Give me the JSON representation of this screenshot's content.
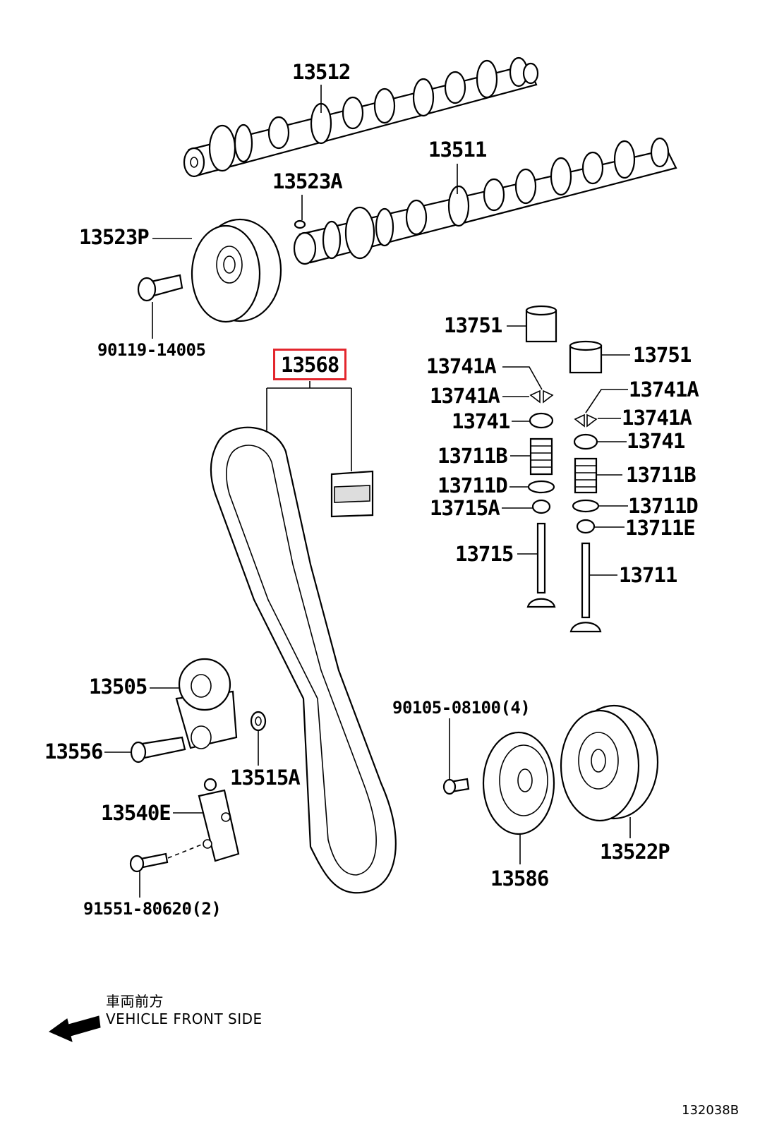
{
  "diagram": {
    "figure_number": "132038B",
    "selected_part": "13568",
    "direction_caption_jp": "車両前方",
    "direction_caption_en": "VEHICLE FRONT SIDE",
    "labels": {
      "p13512": "13512",
      "p13511": "13511",
      "p13523A": "13523A",
      "p13523P": "13523P",
      "p90119": "90119-14005",
      "p13568": "13568",
      "p13751a": "13751",
      "p13751b": "13751",
      "p13741A_a": "13741A",
      "p13741A_b": "13741A",
      "p13741A_c": "13741A",
      "p13741A_d": "13741A",
      "p13741a": "13741",
      "p13741b": "13741",
      "p13711Ba": "13711B",
      "p13711Bb": "13711B",
      "p13711Da": "13711D",
      "p13711Db": "13711D",
      "p13715A": "13715A",
      "p13711E": "13711E",
      "p13715": "13715",
      "p13711": "13711",
      "p13505": "13505",
      "p13556": "13556",
      "p13515A": "13515A",
      "p13540E": "13540E",
      "p91551": "91551-80620(2)",
      "p90105": "90105-08100(4)",
      "p13586": "13586",
      "p13522P": "13522P"
    }
  }
}
